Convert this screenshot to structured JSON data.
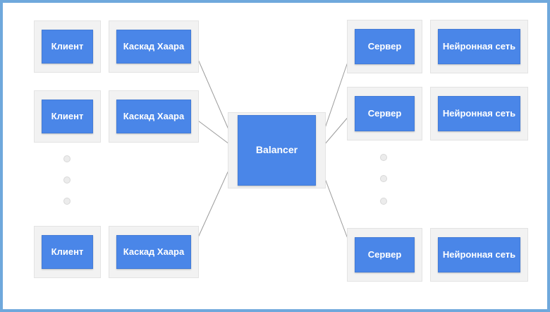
{
  "colors": {
    "background": "#ffffff",
    "frame_border": "#6fa8dc",
    "node_fill": "#4a86e8",
    "node_text": "#ffffff",
    "container_fill": "#f2f2f2",
    "container_border": "#e3e3e3",
    "connector": "#9b9b9b",
    "dot_fill": "#ececec",
    "dot_border": "#d8d8d8"
  },
  "nodes": [
    {
      "id": "client-1",
      "label": "Клиент"
    },
    {
      "id": "client-2",
      "label": "Клиент"
    },
    {
      "id": "client-3",
      "label": "Клиент"
    },
    {
      "id": "haar-1",
      "label": "Каскад Хаара"
    },
    {
      "id": "haar-2",
      "label": "Каскад Хаара"
    },
    {
      "id": "haar-3",
      "label": "Каскад Хаара"
    },
    {
      "id": "balancer",
      "label": "Balancer"
    },
    {
      "id": "server-1",
      "label": "Сервер"
    },
    {
      "id": "server-2",
      "label": "Сервер"
    },
    {
      "id": "server-3",
      "label": "Сервер"
    },
    {
      "id": "nn-1",
      "label": "Нейронная сеть"
    },
    {
      "id": "nn-2",
      "label": "Нейронная сеть"
    },
    {
      "id": "nn-3",
      "label": "Нейронная сеть"
    }
  ],
  "edges": [
    {
      "from": "haar-1",
      "to": "balancer"
    },
    {
      "from": "haar-2",
      "to": "balancer"
    },
    {
      "from": "haar-3",
      "to": "balancer"
    },
    {
      "from": "balancer",
      "to": "server-1"
    },
    {
      "from": "balancer",
      "to": "server-2"
    },
    {
      "from": "balancer",
      "to": "server-3"
    }
  ],
  "ellipsis": {
    "left_dots": 3,
    "right_dots": 3
  }
}
